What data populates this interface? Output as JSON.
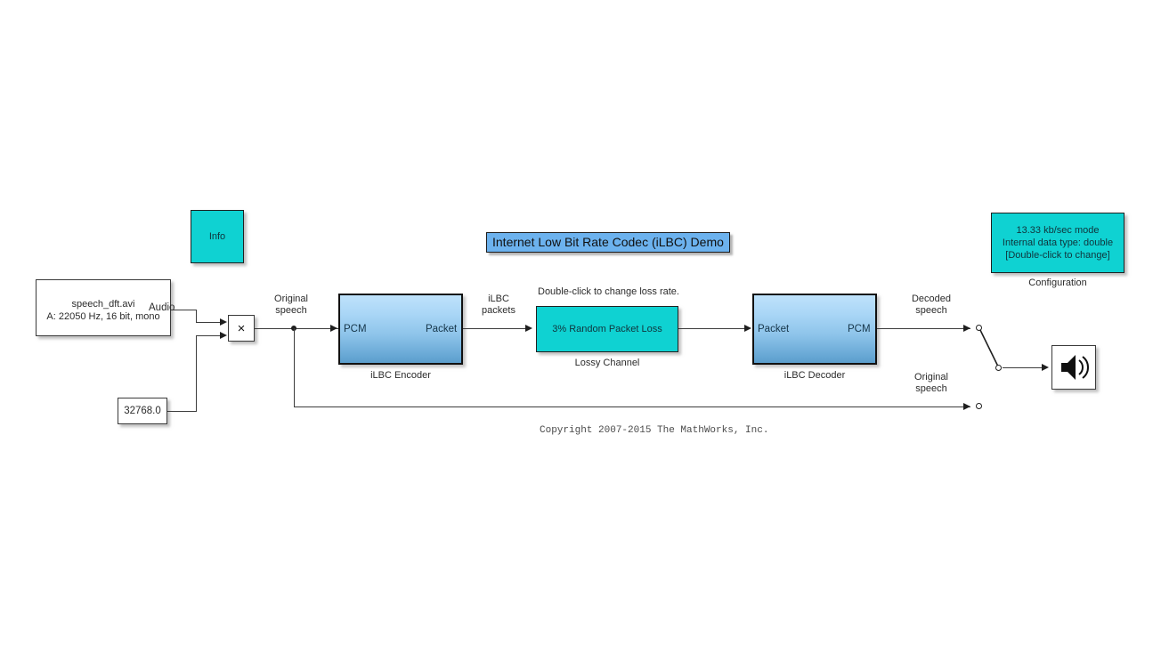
{
  "model": {
    "title": "Internet Low Bit Rate Codec (iLBC) Demo",
    "copyright": "Copyright 2007-2015 The MathWorks, Inc."
  },
  "blocks": {
    "info": {
      "label": "Info"
    },
    "source": {
      "line1": "speech_dft.avi",
      "line2": "A: 22050 Hz, 16 bit, mono",
      "port_out": "Audio"
    },
    "constant": {
      "value": "32768.0"
    },
    "product": {
      "symbol": "×"
    },
    "encoder": {
      "caption": "iLBC Encoder",
      "port_in": "PCM",
      "port_out": "Packet"
    },
    "channel": {
      "caption": "Lossy Channel",
      "body": "3% Random Packet Loss",
      "annotation": "Double-click to change loss rate."
    },
    "decoder": {
      "caption": "iLBC Decoder",
      "port_in": "Packet",
      "port_out": "PCM"
    },
    "configuration": {
      "caption": "Configuration",
      "line1": "13.33 kb/sec mode",
      "line2": "Internal data type: double",
      "line3": "[Double-click to change]"
    },
    "manual_switch": {
      "name": "manual-switch"
    },
    "audio_sink": {
      "name": "audio-device-writer"
    }
  },
  "signals": {
    "original_speech_top": "Original\nspeech",
    "ilbc_packets": "iLBC\npackets",
    "decoded_speech": "Decoded\nspeech",
    "original_speech_bottom": "Original\nspeech"
  },
  "colors": {
    "cyan_block": "#0fd2d2",
    "title_highlight": "#6cb2ee",
    "subsystem_gradient_top": "#bfe2fb",
    "subsystem_gradient_bottom": "#5b9ecd",
    "wire": "#3c3c3c",
    "canvas": "#ffffff"
  }
}
